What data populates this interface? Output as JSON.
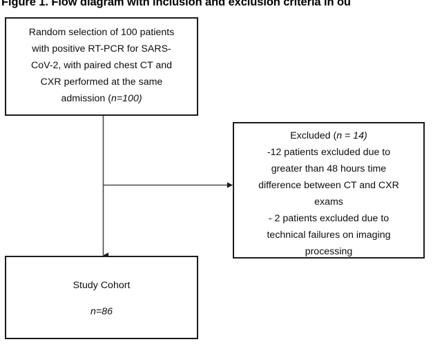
{
  "figure": {
    "title": "Figure 1. Flow diagram with inclusion and exclusion criteria in ou",
    "type": "flow-diagram"
  },
  "boxes": {
    "source": {
      "name": "Random selection box",
      "lines": [
        "Random selection of 100 patients",
        "with positive RT-PCR for SARS-",
        "CoV-2, with paired chest CT and",
        "CXR performed at the same"
      ],
      "last_line_prefix": "admission (",
      "last_line_italic": "n=100)",
      "n": 100
    },
    "excluded": {
      "name": "Excluded box",
      "heading_prefix": "Excluded (",
      "heading_italic": "n = 14)",
      "n": 14,
      "lines": [
        "-12 patients excluded due to",
        "greater than 48 hours time",
        "difference between CT and CXR",
        "exams",
        "- 2 patients excluded due to",
        "technical failures on imaging",
        "processing"
      ]
    },
    "cohort": {
      "name": "Study cohort box",
      "label": "Study Cohort",
      "count_italic": "n=86",
      "n": 86
    }
  },
  "connectors": [
    {
      "name": "source-to-cohort-arrow",
      "from": "source",
      "to": "cohort",
      "direction": "down"
    },
    {
      "name": "source-to-excluded-arrow",
      "from": "source",
      "to": "excluded",
      "direction": "right"
    }
  ],
  "style": {
    "box_border_color": "#1a1a1a",
    "arrow_color": "#1a1a1a",
    "text_color": "#0d0d0d",
    "background": "#ffffff"
  }
}
